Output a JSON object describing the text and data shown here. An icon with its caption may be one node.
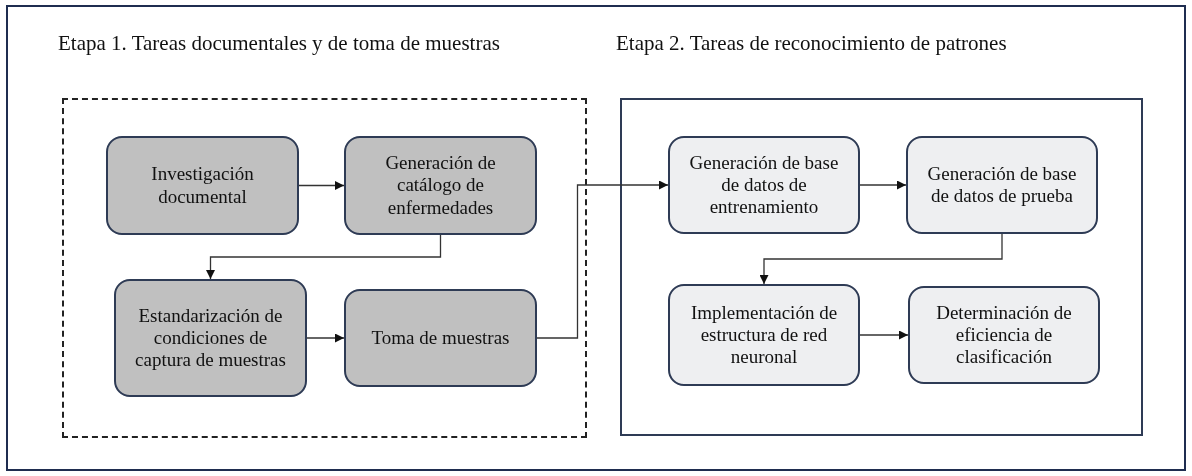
{
  "diagram": {
    "nodes": [
      {
        "text": [
          "Etapa 1. Tareas documentales y de toma de muestras"
        ]
      },
      {
        "text": [
          "Investigación documental"
        ],
        "in": 0
      },
      {
        "text": [
          "Generación de catálogo de enfermedades"
        ],
        "in": 0
      },
      {
        "text": [
          "Estandarización de condiciones de captura de muestras"
        ],
        "in": 0
      },
      {
        "text": [
          "Toma de muestras"
        ],
        "in": 0
      },
      {
        "text": [
          "Etapa 2. Tareas de reconocimiento de patrones"
        ]
      },
      {
        "text": [
          "Generación de base de datos de entrenamiento"
        ],
        "in": 5
      },
      {
        "text": [
          "Generación de base de datos de prueba"
        ],
        "in": 5
      },
      {
        "text": [
          "Implementación de estructura de red neuronal"
        ],
        "in": 5
      },
      {
        "text": [
          "Determinación de eficiencia de clasificación"
        ],
        "in": 5
      }
    ],
    "edges": [
      {
        "from": 1,
        "to": 2,
        "arrow": "to"
      },
      {
        "from": 2,
        "to": 3,
        "arrow": "to"
      },
      {
        "from": 3,
        "to": 4,
        "arrow": "to"
      },
      {
        "from": 4,
        "to": 6,
        "arrow": "to"
      },
      {
        "from": 6,
        "to": 7,
        "arrow": "to"
      },
      {
        "from": 7,
        "to": 8,
        "arrow": "to"
      },
      {
        "from": 8,
        "to": 9,
        "arrow": "to"
      }
    ]
  }
}
